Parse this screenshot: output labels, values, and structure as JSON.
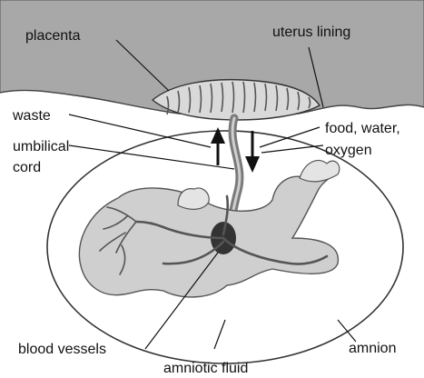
{
  "labels": {
    "placenta": "placenta",
    "uterus_lining": "uterus lining",
    "waste": "waste",
    "umbilical": "umbilical",
    "cord": "cord",
    "food_water": "food, water,",
    "oxygen": "oxygen",
    "blood_vessels": "blood vessels",
    "amnion": "amnion",
    "amniotic_fluid": "amniotic fluid"
  },
  "colors": {
    "uterus_wall": "#a8a8a8",
    "amnion_fill": "#ffffff",
    "fetus_fill": "#cfcfcf",
    "placenta_fill": "#d9d9d9",
    "vessel": "#555555",
    "outline": "#333333",
    "text": "#111111"
  },
  "icons": [
    "up-arrow-icon",
    "down-arrow-icon"
  ]
}
